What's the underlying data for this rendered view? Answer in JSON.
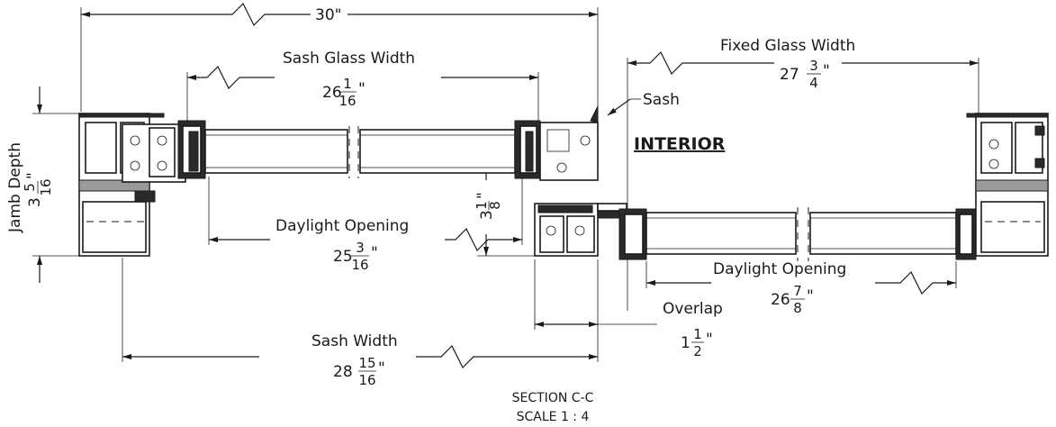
{
  "overall_width": "30\"",
  "sash_glass_width": {
    "label": "Sash Glass Width",
    "whole": "26",
    "num": "1",
    "den": "16",
    "unit": "\""
  },
  "fixed_glass_width": {
    "label": "Fixed Glass Width",
    "whole": "27",
    "num": "3",
    "den": "4",
    "unit": "\""
  },
  "sash_callout": "Sash",
  "interior_label": "INTERIOR",
  "jamb_depth": {
    "label": "Jamb Depth",
    "whole": "3",
    "num": "5",
    "den": "16",
    "unit": "\""
  },
  "center_depth": {
    "whole": "3",
    "num": "1",
    "den": "8",
    "unit": "\""
  },
  "daylight_left": {
    "label": "Daylight Opening",
    "whole": "25",
    "num": "3",
    "den": "16",
    "unit": "\""
  },
  "daylight_right": {
    "label": "Daylight Opening",
    "whole": "26",
    "num": "7",
    "den": "8",
    "unit": "\""
  },
  "overlap": {
    "label": "Overlap",
    "whole": "1",
    "num": "1",
    "den": "2",
    "unit": "\""
  },
  "sash_width": {
    "label": "Sash Width",
    "whole": "28",
    "num": "15",
    "den": "16",
    "unit": "\""
  },
  "section_title": "SECTION C-C",
  "scale": "SCALE 1 : 4"
}
